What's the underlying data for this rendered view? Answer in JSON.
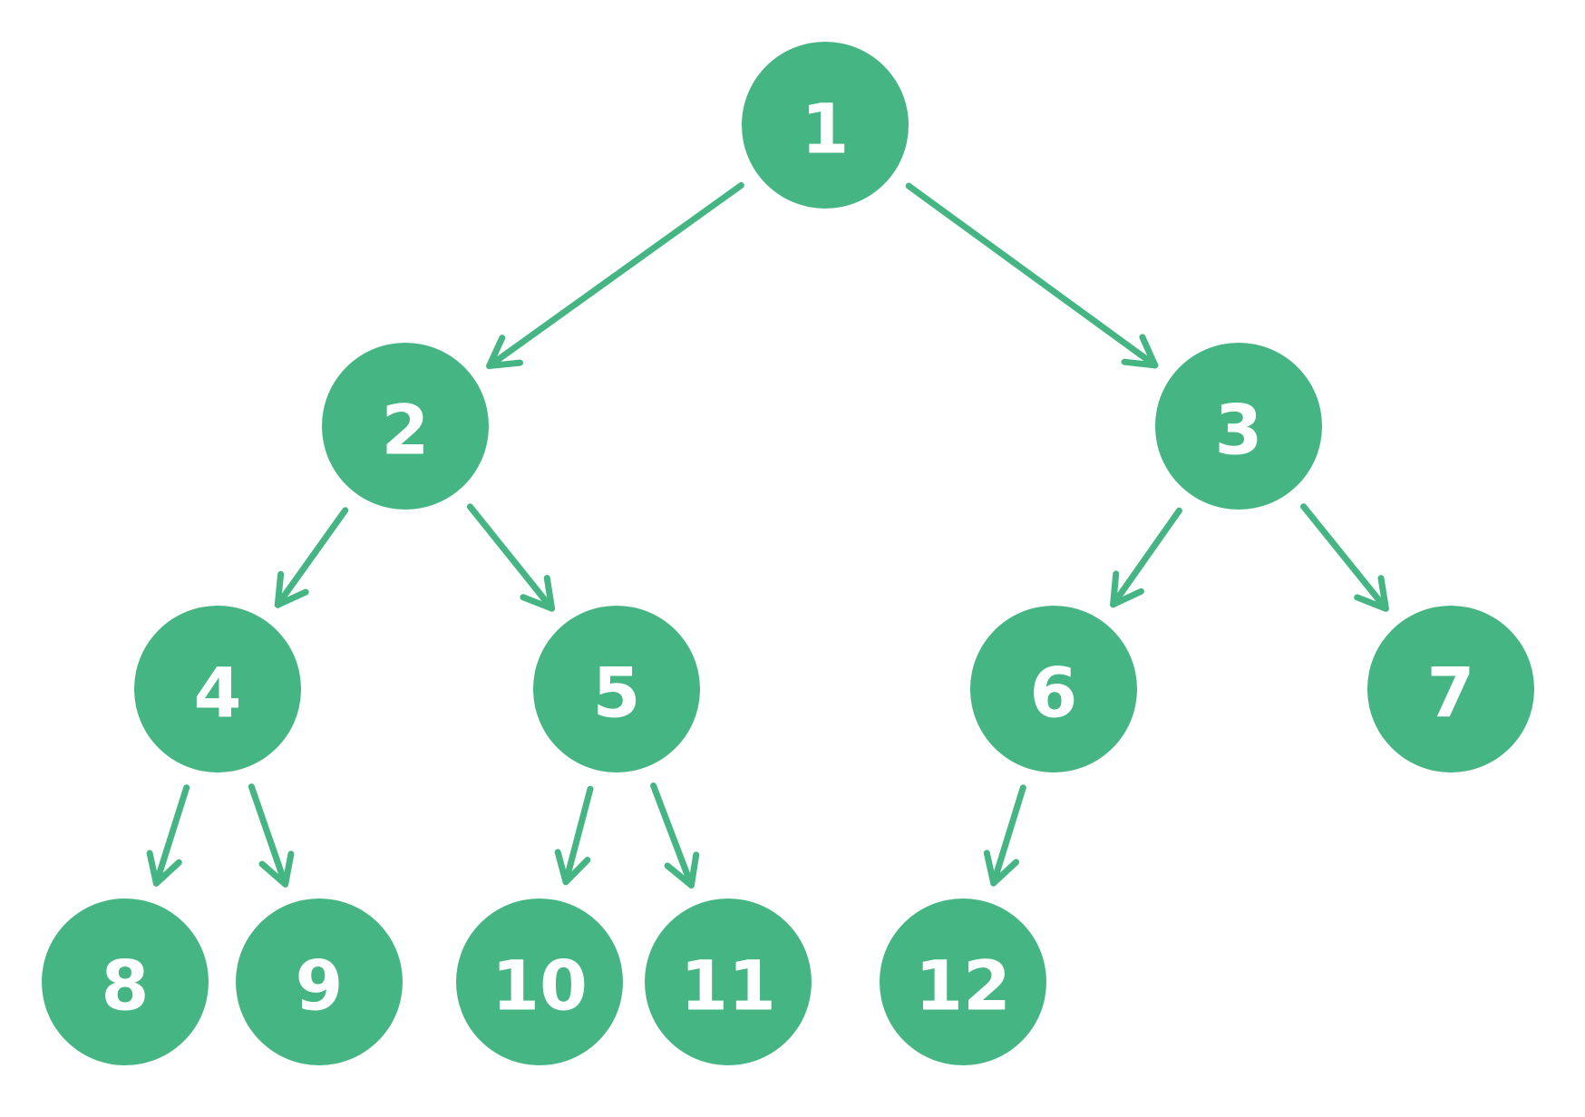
{
  "colors": {
    "node_fill": "#46b584",
    "edge_stroke": "#46b584",
    "label_text": "#ffffff",
    "background": "#ffffff"
  },
  "nodes": [
    {
      "id": "n1",
      "label": "1"
    },
    {
      "id": "n2",
      "label": "2"
    },
    {
      "id": "n3",
      "label": "3"
    },
    {
      "id": "n4",
      "label": "4"
    },
    {
      "id": "n5",
      "label": "5"
    },
    {
      "id": "n6",
      "label": "6"
    },
    {
      "id": "n7",
      "label": "7"
    },
    {
      "id": "n8",
      "label": "8"
    },
    {
      "id": "n9",
      "label": "9"
    },
    {
      "id": "n10",
      "label": "10"
    },
    {
      "id": "n11",
      "label": "11"
    },
    {
      "id": "n12",
      "label": "12"
    }
  ],
  "edges": [
    {
      "from": "n1",
      "to": "n2"
    },
    {
      "from": "n1",
      "to": "n3"
    },
    {
      "from": "n2",
      "to": "n4"
    },
    {
      "from": "n2",
      "to": "n5"
    },
    {
      "from": "n3",
      "to": "n6"
    },
    {
      "from": "n3",
      "to": "n7"
    },
    {
      "from": "n4",
      "to": "n8"
    },
    {
      "from": "n4",
      "to": "n9"
    },
    {
      "from": "n5",
      "to": "n10"
    },
    {
      "from": "n5",
      "to": "n11"
    },
    {
      "from": "n6",
      "to": "n12"
    }
  ]
}
